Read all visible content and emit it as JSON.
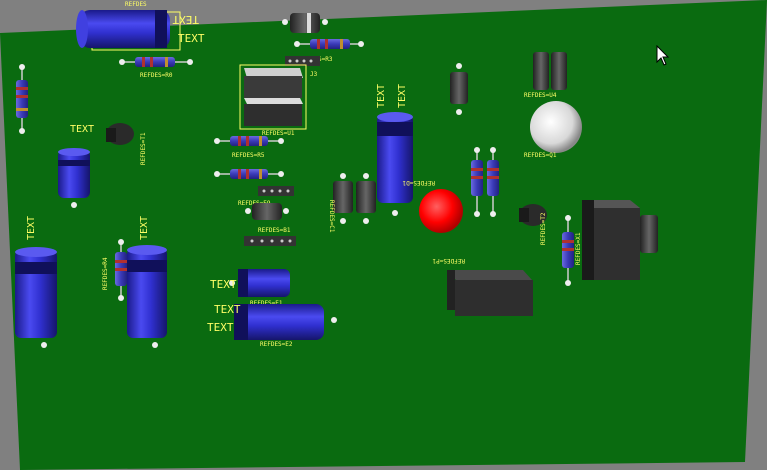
{
  "viewer": {
    "background_color": "#808080",
    "board_color": "#0a6b10",
    "silk_color": "#ffff66"
  },
  "labels": {
    "text_tag": "TEXT",
    "refdes_r0": "REFDES=R0",
    "refdes_r3": "REFDES=R3",
    "refdes_r5": "REFDES=R5",
    "refdes_u1": "REFDES=U1",
    "refdes_j3": "J3",
    "refdes_q1": "REFDES=Q1",
    "refdes_u4": "REFDES=U4",
    "refdes_e1": "REFDES=E1",
    "refdes_e2": "REFDES=E2",
    "refdes_e9": "REFDES=E9",
    "refdes_b1": "REFDES=B1",
    "refdes_p1": "REFDES=P1",
    "refdes_c1": "REFDES=C1",
    "refdes_led": "REFDES=D1",
    "refdes_r4": "REFDES=R4",
    "refdes_t1": "REFDES=T1",
    "refdes_x1": "REFDES=X1",
    "refdes_t2": "REFDES=T2"
  },
  "icons": {
    "cursor": "mouse-pointer-icon"
  }
}
